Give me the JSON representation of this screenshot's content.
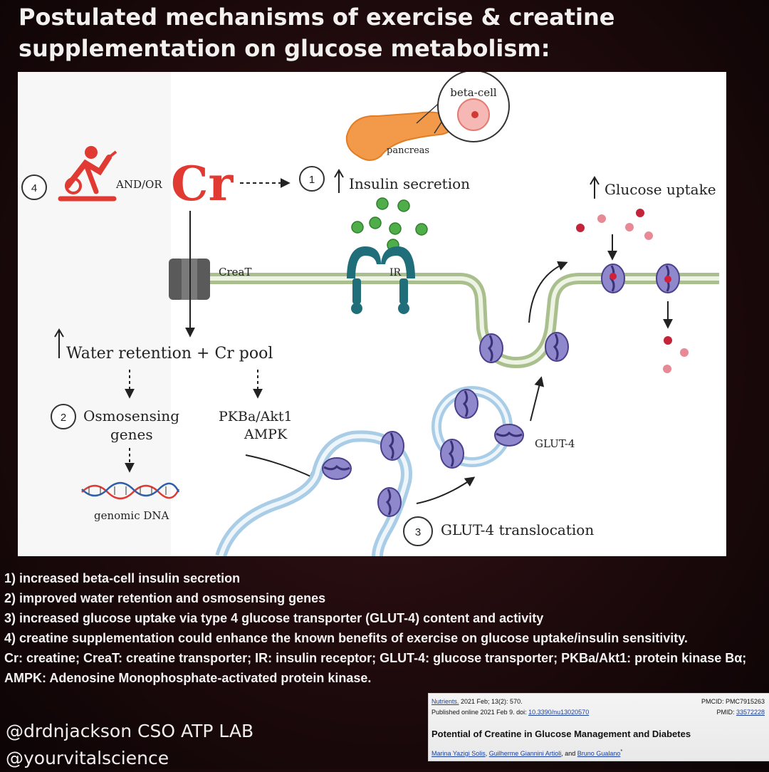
{
  "title_lines": [
    "Postulated mechanisms of exercise & creatine",
    "supplementation on glucose metabolism:"
  ],
  "diagram": {
    "step_numbers": [
      "1",
      "2",
      "3",
      "4"
    ],
    "beta_cell_label": "beta-cell",
    "pancreas_label": "pancreas",
    "and_or_label": "AND/OR",
    "cr_label": "Cr",
    "insulin_secretion_label": "Insulin secretion",
    "glucose_uptake_label": "Glucose uptake",
    "creat_label": "CreaT",
    "ir_label": "IR",
    "water_retention_label": "Water retention + Cr pool",
    "osmosensing_line1": "Osmosensing",
    "osmosensing_line2": "genes",
    "pkb_line1": "PKBa/Akt1",
    "pkb_line2": "AMPK",
    "genomic_dna_label": "genomic DNA",
    "glut4_label": "GLUT-4",
    "glut4_translocation_label": "GLUT-4 translocation",
    "colors": {
      "red_accent": "#e03a33",
      "teal_receptor": "#1f6e7a",
      "glut_fill": "#8f88cc",
      "membrane_green": "#a9c08e",
      "vesicle_blue": "#a9cde6",
      "pancreas_orange": "#f39a4a",
      "insulin_green": "#4fae4a"
    }
  },
  "notes": [
    "1) increased beta-cell insulin secretion",
    "2) improved water retention and osmosensing genes",
    "3) increased glucose uptake via type 4 glucose transporter (GLUT-4) content and activity",
    "4) creatine supplementation could enhance the known benefits of exercise on glucose uptake/insulin sensitivity."
  ],
  "abbreviations": "Cr: creatine; CreaT: creatine transporter; IR: insulin receptor; GLUT-4: glucose transporter; PKBa/Akt1: protein kinase Bα; AMPK: Adenosine Monophosphate-activated protein kinase.",
  "handles": [
    "@drdnjackson CSO ATP LAB",
    "@yourvitalscience"
  ],
  "citation": {
    "journal": "Nutrients.",
    "journal_rest": " 2021 Feb; 13(2): 570.",
    "pmcid": "PMCID: PMC7915263",
    "published": "Published online 2021 Feb 9. doi: ",
    "doi": "10.3390/nu13020570",
    "pmid_label": "PMID: ",
    "pmid": "33572228",
    "article_title": "Potential of Creatine in Glucose Management and Diabetes",
    "author1": "Marina Yazigi Solis",
    "author2": "Guilherme Giannini Artioli",
    "author3": "Bruno Gualano",
    "sep1": ", ",
    "sep2": ", and ",
    "asterisk": "*"
  }
}
